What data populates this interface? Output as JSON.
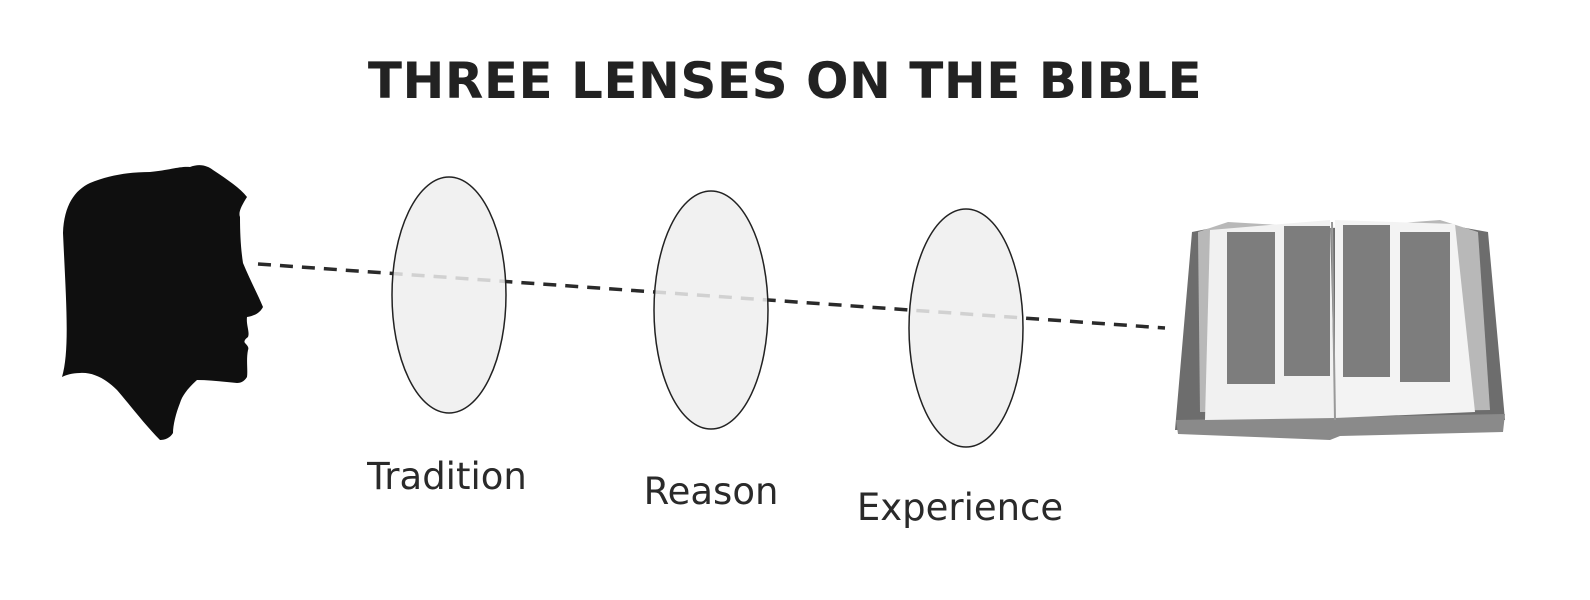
{
  "title": "THREE LENSES ON THE BIBLE",
  "lenses": [
    {
      "label": "Tradition"
    },
    {
      "label": "Reason"
    },
    {
      "label": "Experience"
    }
  ],
  "icons": {
    "viewer": "head-silhouette-icon",
    "target": "open-bible-icon"
  },
  "colors": {
    "lens_fill": "#efefef",
    "silhouette": "#0f0f0f",
    "line": "#2a2a2a",
    "text": "#222222"
  }
}
